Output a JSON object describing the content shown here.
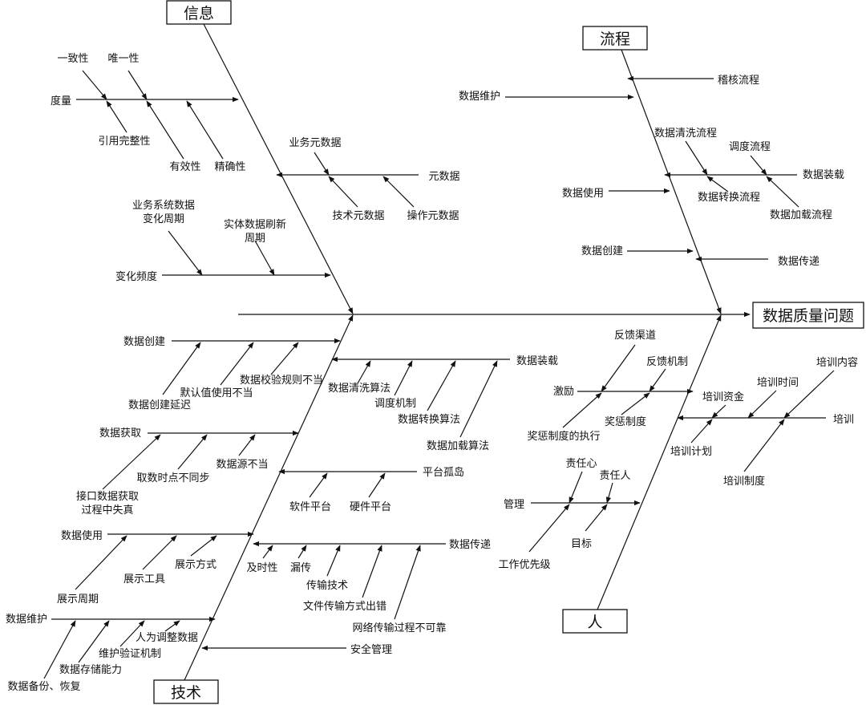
{
  "head": "数据质量问题",
  "categories": {
    "info": "信息",
    "process": "流程",
    "tech": "技术",
    "people": "人"
  },
  "info": {
    "consistency": "一致性",
    "uniqueness": "唯一性",
    "measure": "度量",
    "ref_integrity": "引用完整性",
    "validity": "有效性",
    "accuracy": "精确性",
    "biz_meta": "业务元数据",
    "metadata": "元数据",
    "tech_meta": "技术元数据",
    "ops_meta": "操作元数据",
    "biz_sys_change_1": "业务系统数据",
    "biz_sys_change_2": "变化周期",
    "entity_refresh_1": "实体数据刷新",
    "entity_refresh_2": "周期",
    "change_freq": "变化频度"
  },
  "process": {
    "audit": "稽核流程",
    "maintain": "数据维护",
    "cleanse_flow": "数据清洗流程",
    "schedule_flow": "调度流程",
    "load": "数据装载",
    "use": "数据使用",
    "transform_flow": "数据转换流程",
    "load_flow": "数据加载流程",
    "create": "数据创建",
    "transfer": "数据传递"
  },
  "people": {
    "feedback_channel": "反馈渠道",
    "feedback_mech": "反馈机制",
    "incentive": "激励",
    "reward_punish": "奖惩制度",
    "reward_exec": "奖惩制度的执行",
    "train_content": "培训内容",
    "train_time": "培训时间",
    "train_fund": "培训资金",
    "training": "培训",
    "train_plan": "培训计划",
    "train_system": "培训制度",
    "responsibility": "责任心",
    "responsible_person": "责任人",
    "management": "管理",
    "target": "目标",
    "priority": "工作优先级"
  },
  "tech": {
    "create": "数据创建",
    "default_misuse": "默认值使用不当",
    "validation_rule": "数据校验规则不当",
    "create_delay": "数据创建延迟",
    "load": "数据装载",
    "cleanse_alg": "数据清洗算法",
    "schedule_mech": "调度机制",
    "transform_alg": "数据转换算法",
    "load_alg": "数据加载算法",
    "acquire": "数据获取",
    "time_mismatch": "取数时点不同步",
    "source_improper": "数据源不当",
    "interface_1": "接口数据获取",
    "interface_2": "过程中失真",
    "platform_island": "平台孤岛",
    "software": "软件平台",
    "hardware": "硬件平台",
    "use": "数据使用",
    "display_tool": "展示工具",
    "display_mode": "展示方式",
    "display_cycle": "展示周期",
    "transfer": "数据传递",
    "timeliness": "及时性",
    "missing": "漏传",
    "trans_tech": "传输技术",
    "file_error": "文件传输方式出错",
    "network": "网络传输过程不可靠",
    "maintain": "数据维护",
    "manual_adjust": "人为调整数据",
    "maint_verify": "维护验证机制",
    "storage": "数据存储能力",
    "backup": "数据备份、恢复",
    "security": "安全管理"
  }
}
